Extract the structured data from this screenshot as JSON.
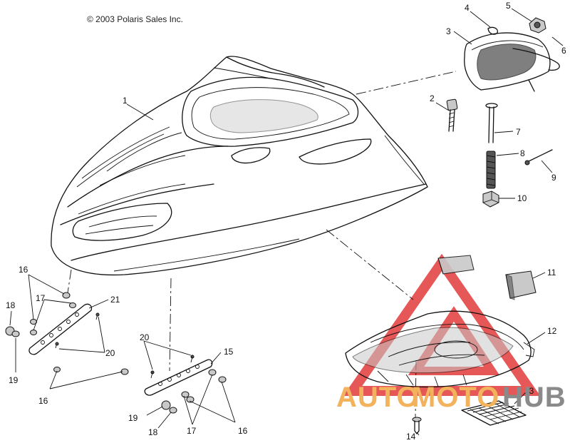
{
  "copyright": "© 2003 Polaris Sales Inc.",
  "watermark": {
    "brand_auto": "AUTO",
    "brand_moto": "MOTO",
    "brand_hub": "HUB",
    "color_orange": "#f3b35c",
    "color_gray": "#8a8a8a",
    "color_red": "#e23a3a"
  },
  "callouts": {
    "c1": "1",
    "c2": "2",
    "c3": "3",
    "c4": "4",
    "c5": "5",
    "c6": "6",
    "c7": "7",
    "c8": "8",
    "c9": "9",
    "c10": "10",
    "c11": "11",
    "c12": "12",
    "c13": "13",
    "c14": "14",
    "c15": "15",
    "c16a": "16",
    "c16b": "16",
    "c16c": "16",
    "c17a": "17",
    "c17b": "17",
    "c18a": "18",
    "c18b": "18",
    "c19a": "19",
    "c19b": "19",
    "c20a": "20",
    "c20b": "20",
    "c21": "21"
  }
}
